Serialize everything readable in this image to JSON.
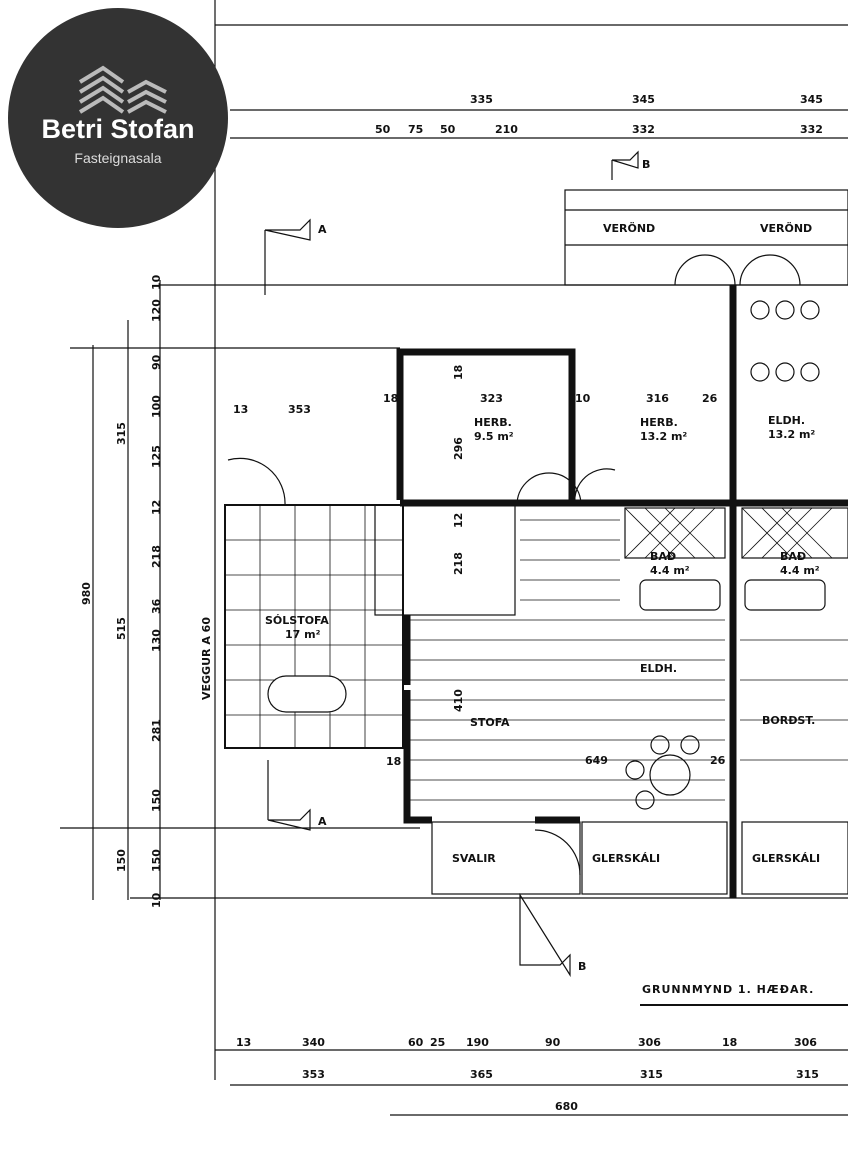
{
  "logo": {
    "name": "Betri Stofan",
    "subtitle": "Fasteignasala"
  },
  "title": "GRUNNMYND 1. HÆÐAR.",
  "rooms": {
    "veron1": "VERÖND",
    "veron2": "VERÖND",
    "herb1": "HERB.",
    "herb1_area": "9.5 m²",
    "herb2": "HERB.",
    "herb2_area": "13.2 m²",
    "eldh_right": "ELDH.",
    "eldh_right_area": "13.2 m²",
    "bad1": "BAÐ",
    "bad1_area": "4.4 m²",
    "bad2": "BAÐ",
    "bad2_area": "4.4 m²",
    "solstofa": "SÓLSTOFA",
    "solstofa_area": "17 m²",
    "eldh": "ELDH.",
    "stofa": "STOFA",
    "bordst": "BORÐST.",
    "svalir": "SVALIR",
    "glerskali1": "GLERSKÁLI",
    "glerskali2": "GLERSKÁLI",
    "veggur": "VEGGUR A 60"
  },
  "sections": {
    "a_top": "A",
    "a_bottom": "A",
    "b_top": "B",
    "b_bottom": "B"
  },
  "dims": {
    "top1": [
      "335",
      "345",
      "345"
    ],
    "top2": [
      "50",
      "75",
      "50",
      "210",
      "332",
      "332"
    ],
    "left1": [
      "10",
      "120",
      "90",
      "100",
      "125",
      "12",
      "218",
      "36",
      "130",
      "281",
      "150",
      "150",
      "10"
    ],
    "left2": [
      "315",
      "515",
      "150"
    ],
    "left3": "980",
    "inner": [
      "323",
      "296",
      "18",
      "316",
      "26",
      "13",
      "353",
      "18",
      "10",
      "410",
      "649",
      "26",
      "18",
      "12",
      "218"
    ],
    "bottom1": [
      "13",
      "340",
      "60",
      "25",
      "190",
      "90",
      "306",
      "18",
      "306"
    ],
    "bottom2": [
      "353",
      "365",
      "315",
      "315"
    ],
    "bottom3": "680"
  }
}
